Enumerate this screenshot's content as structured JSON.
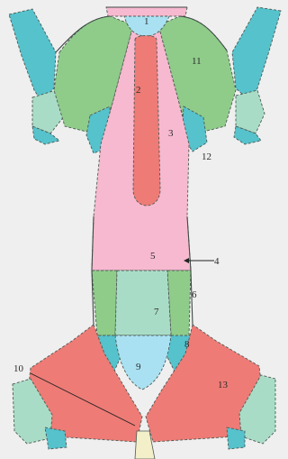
{
  "labels": {
    "l1": "1",
    "l2": "2",
    "l3": "3",
    "l4": "4",
    "l5": "5",
    "l6": "6",
    "l7": "7",
    "l8": "8",
    "l9": "9",
    "l10": "10",
    "l11": "11",
    "l12": "12",
    "l13": "13"
  },
  "colors": {
    "pink": "#f7b9cf",
    "green": "#8fcc8a",
    "teal": "#55c2cc",
    "mint": "#a9dcc6",
    "light_blue": "#a9e1f2",
    "red": "#ee7b76"
  }
}
